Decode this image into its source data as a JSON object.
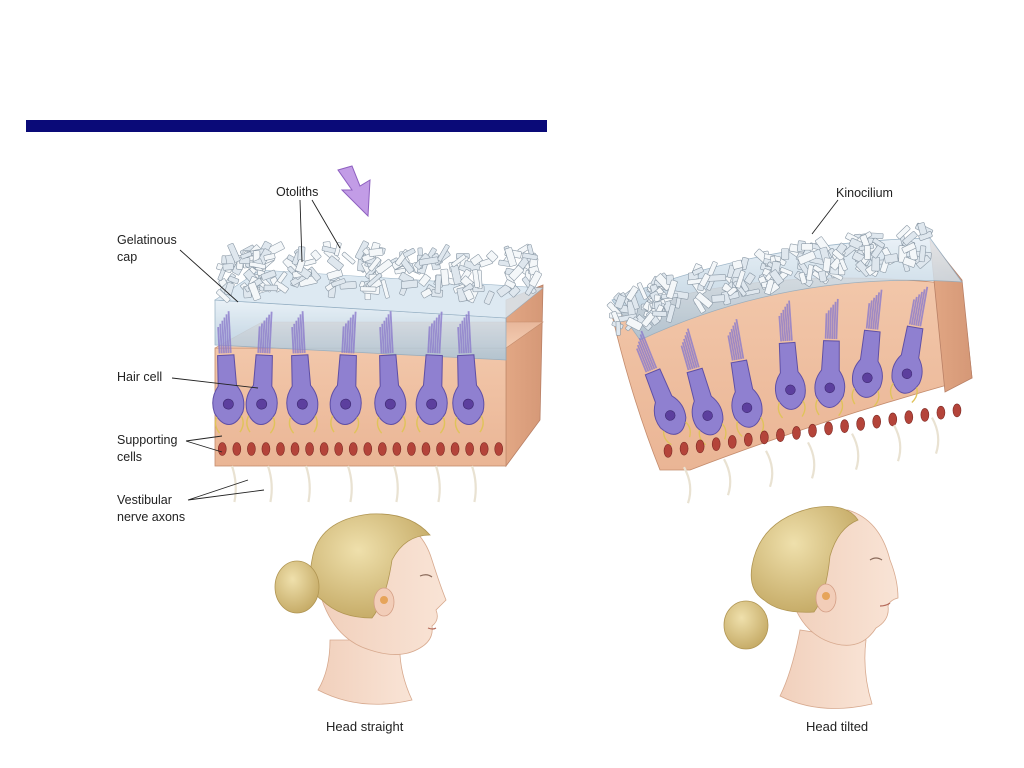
{
  "labels": {
    "otoliths": "Otoliths",
    "gelatinous_cap_1": "Gelatinous",
    "gelatinous_cap_2": "cap",
    "hair_cell": "Hair cell",
    "supporting_cells_1": "Supporting",
    "supporting_cells_2": "cells",
    "vestibular_axons_1": "Vestibular",
    "vestibular_axons_2": "nerve axons",
    "kinocilium": "Kinocilium"
  },
  "captions": {
    "left": "Head straight",
    "right": "Head tilted"
  },
  "colors": {
    "title_bar": "#0a0a78",
    "force_arrow": "#b98fe0",
    "gel_cap": "#cfe0ec",
    "tissue": "#f0c4a6",
    "hair_cell": "#8e7fcf",
    "nucleus": "#5c3f9e",
    "support_nucleus": "#b4443a",
    "skin": "#f6dccb",
    "hair": "#d8c38a"
  }
}
